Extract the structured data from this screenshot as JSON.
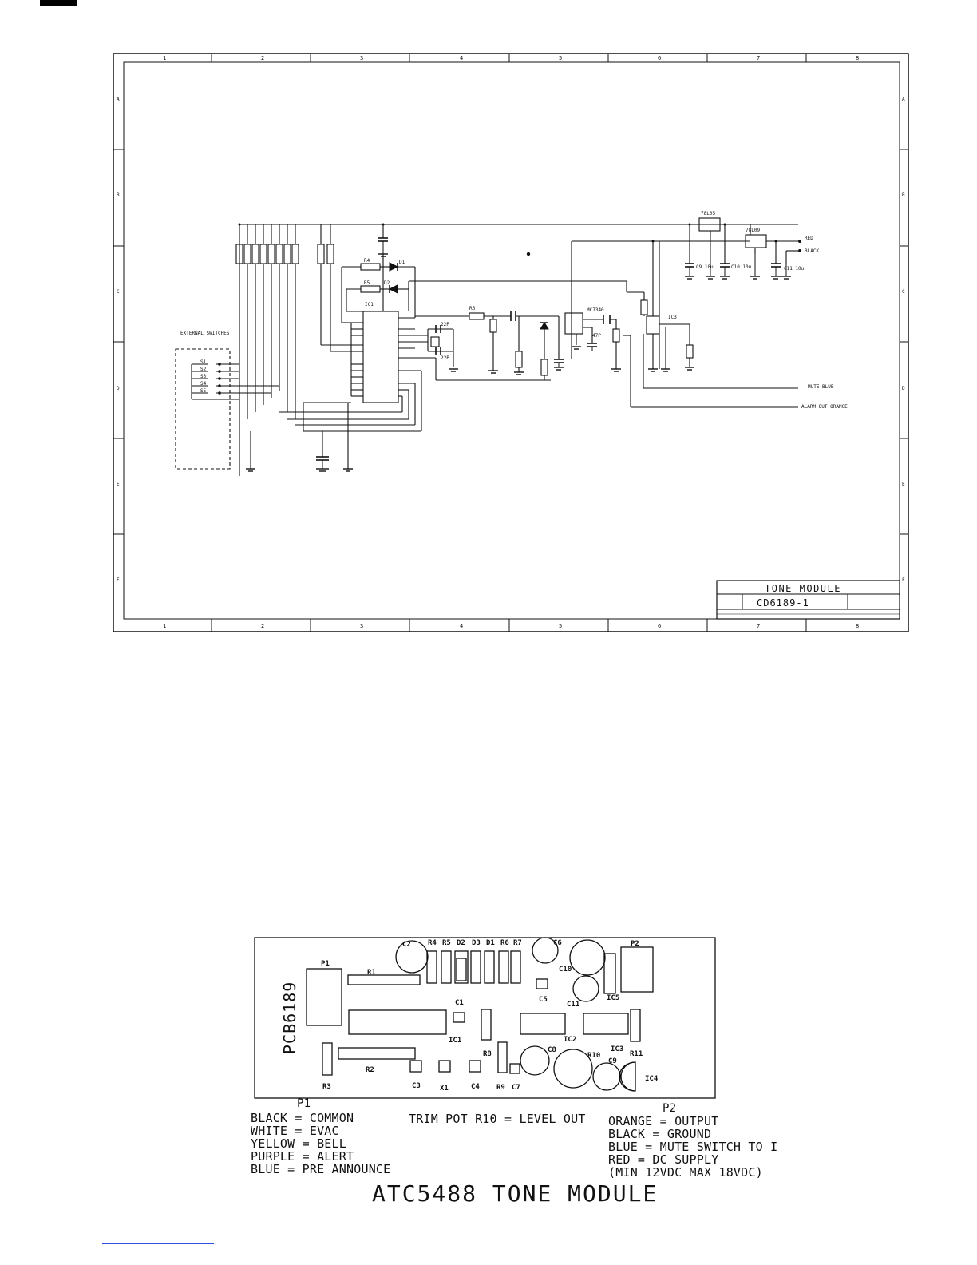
{
  "schematic": {
    "title": "TONE MODULE",
    "number": "CD6189-1",
    "column_numbers": [
      "1",
      "2",
      "3",
      "4",
      "5",
      "6",
      "7",
      "8"
    ],
    "row_letters": [
      "A",
      "B",
      "C",
      "D",
      "E",
      "F"
    ],
    "external_switches_label": "EXTERNAL SWITCHES",
    "switch_labels": [
      "S1",
      "S2",
      "S3",
      "S4",
      "S5"
    ],
    "ic1_label": "IC1",
    "ic2_label": "MC7340",
    "ic3_label": "IC3",
    "ic4_label": "78L05",
    "ic5_label": "78L09",
    "d1_label": "D1",
    "d2_label": "D2",
    "r4_label": "R4",
    "r5_label": "R5",
    "r6_label": "R6",
    "c3_label": "22P",
    "c4_label": "22P",
    "c7_label": "47P",
    "red_label": "RED",
    "black_label": "BLACK",
    "mute_label": "MUTE BLUE",
    "alarm_label": "ALARM OUT ORANGE",
    "c9_label": "C9 10u",
    "c10_label": "C10 10u",
    "c11_label": "C11 10u"
  },
  "pcb": {
    "board_label": "PCB6189",
    "components": {
      "p1": "P1",
      "r1": "R1",
      "c2": "C2",
      "r4": "R4",
      "r5": "R5",
      "d2": "D2",
      "d3": "D3",
      "d1": "D1",
      "r6": "R6",
      "r7": "R7",
      "c6": "C6",
      "p2": "P2",
      "c10": "C10",
      "c5": "C5",
      "c11": "C11",
      "ic5": "IC5",
      "c1": "C1",
      "ic1": "IC1",
      "ic2": "IC2",
      "ic3": "IC3",
      "r3": "R3",
      "r2": "R2",
      "r8": "R8",
      "c8": "C8",
      "r10": "R10",
      "c9": "C9",
      "r11": "R11",
      "ic4": "IC4",
      "c3": "C3",
      "x1": "X1",
      "c4": "C4",
      "r9": "R9",
      "c7": "C7"
    }
  },
  "legend": {
    "p1_title": "P1",
    "p2_title": "P2",
    "p1_lines": [
      "BLACK = COMMON",
      "WHITE = EVAC",
      "YELLOW = BELL",
      "PURPLE = ALERT",
      "BLUE = PRE ANNOUNCE"
    ],
    "trim_note": "TRIM POT R10 = LEVEL OUT",
    "p2_lines": [
      "ORANGE = OUTPUT",
      "BLACK = GROUND",
      "BLUE = MUTE SWITCH TO I",
      "RED = DC SUPPLY",
      "(MIN 12VDC MAX 18VDC)"
    ]
  },
  "footer_title": "ATC5488 TONE MODULE"
}
